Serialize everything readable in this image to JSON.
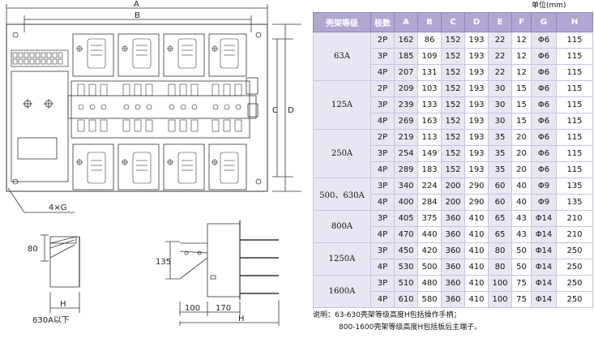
{
  "drawing": {
    "dim_a": "A",
    "dim_b": "B",
    "dim_c": "C",
    "dim_d": "D",
    "hole_label": "4×G",
    "side_dim_80": "80",
    "side_dim_h1": "H",
    "side_caption": "630A以下",
    "side2_dim_135": "135",
    "side2_dim_100": "100",
    "side2_dim_170": "170",
    "side2_dim_h": "H"
  },
  "unit_label": "单位(mm)",
  "table": {
    "headers": [
      "壳架等级",
      "极数",
      "A",
      "B",
      "C",
      "D",
      "E",
      "F",
      "G",
      "H"
    ],
    "groups": [
      {
        "rating": "63A",
        "rows": [
          [
            "2P",
            "162",
            "86",
            "152",
            "193",
            "22",
            "12",
            "Φ6",
            "115"
          ],
          [
            "3P",
            "185",
            "109",
            "152",
            "193",
            "22",
            "12",
            "Φ6",
            "115"
          ],
          [
            "4P",
            "207",
            "131",
            "152",
            "193",
            "22",
            "12",
            "Φ6",
            "115"
          ]
        ]
      },
      {
        "rating": "125A",
        "rows": [
          [
            "2P",
            "209",
            "103",
            "152",
            "193",
            "30",
            "15",
            "Φ6",
            "115"
          ],
          [
            "3P",
            "239",
            "133",
            "152",
            "193",
            "30",
            "15",
            "Φ6",
            "115"
          ],
          [
            "4P",
            "269",
            "163",
            "152",
            "193",
            "30",
            "15",
            "Φ6",
            "115"
          ]
        ]
      },
      {
        "rating": "250A",
        "rows": [
          [
            "2P",
            "219",
            "113",
            "152",
            "193",
            "35",
            "20",
            "Φ6",
            "115"
          ],
          [
            "3P",
            "254",
            "149",
            "152",
            "193",
            "35",
            "20",
            "Φ6",
            "115"
          ],
          [
            "4P",
            "289",
            "183",
            "152",
            "193",
            "35",
            "20",
            "Φ6",
            "115"
          ]
        ]
      },
      {
        "rating": "500、630A",
        "rows": [
          [
            "3P",
            "340",
            "224",
            "200",
            "290",
            "60",
            "40",
            "Φ9",
            "135"
          ],
          [
            "4P",
            "400",
            "284",
            "200",
            "290",
            "60",
            "40",
            "Φ9",
            "135"
          ]
        ]
      },
      {
        "rating": "800A",
        "rows": [
          [
            "3P",
            "405",
            "375",
            "360",
            "410",
            "65",
            "43",
            "Φ14",
            "210"
          ],
          [
            "4P",
            "470",
            "440",
            "360",
            "410",
            "65",
            "43",
            "Φ14",
            "210"
          ]
        ]
      },
      {
        "rating": "1250A",
        "rows": [
          [
            "3P",
            "450",
            "420",
            "360",
            "410",
            "80",
            "50",
            "Φ14",
            "250"
          ],
          [
            "4P",
            "530",
            "500",
            "360",
            "410",
            "80",
            "50",
            "Φ14",
            "250"
          ]
        ]
      },
      {
        "rating": "1600A",
        "rows": [
          [
            "3P",
            "510",
            "480",
            "360",
            "410",
            "100",
            "75",
            "Φ14",
            "250"
          ],
          [
            "4P",
            "610",
            "580",
            "360",
            "410",
            "100",
            "75",
            "Φ14",
            "250"
          ]
        ]
      }
    ]
  },
  "notes": {
    "line1": "说明：63-630壳架等级高度H包括操作手柄；",
    "line2": "800-1600壳架等级高度H包括板后主端子。"
  }
}
